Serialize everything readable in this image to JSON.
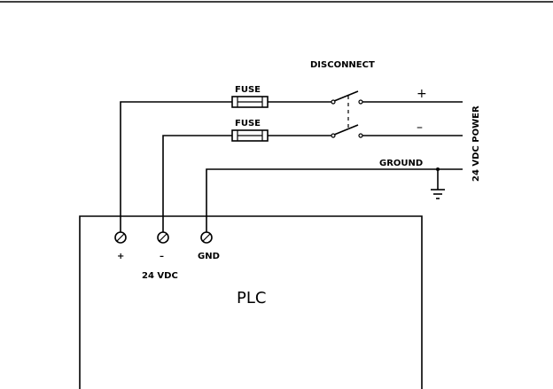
{
  "labels": {
    "disconnect": "DISCONNECT",
    "fuse_top": "FUSE",
    "fuse_bottom": "FUSE",
    "plus_line": "+",
    "minus_line": "–",
    "ground_line": "GROUND",
    "power_source": "24 VDC POWER",
    "term_plus": "+",
    "term_minus": "–",
    "term_gnd": "GND",
    "supply_voltage": "24 VDC",
    "controller": "PLC"
  }
}
